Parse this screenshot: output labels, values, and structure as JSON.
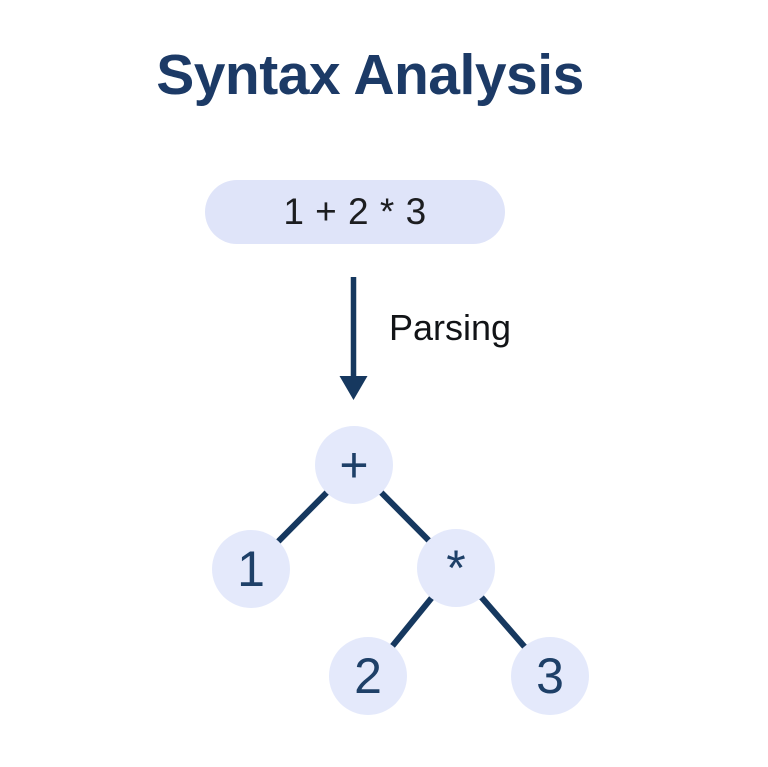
{
  "title": "Syntax Analysis",
  "expression": {
    "text": "1 + 2 * 3"
  },
  "arrow": {
    "label": "Parsing"
  },
  "tree": {
    "nodes": [
      {
        "id": "plus",
        "label": "+",
        "children": [
          "one",
          "star"
        ]
      },
      {
        "id": "one",
        "label": "1",
        "children": []
      },
      {
        "id": "star",
        "label": "*",
        "children": [
          "two",
          "three"
        ]
      },
      {
        "id": "two",
        "label": "2",
        "children": []
      },
      {
        "id": "three",
        "label": "3",
        "children": []
      }
    ],
    "edges": [
      [
        "plus",
        "one"
      ],
      [
        "plus",
        "star"
      ],
      [
        "star",
        "two"
      ],
      [
        "star",
        "three"
      ]
    ]
  },
  "colors": {
    "background": "#ffffff",
    "title": "#1c3a66",
    "navy_line": "#16385f",
    "node_fill": "#e4e9fb",
    "node_text": "#1e4068",
    "pill_fill": "#dfe4f9",
    "expression_text": "#1c1d20",
    "parsing_text": "#121417"
  }
}
